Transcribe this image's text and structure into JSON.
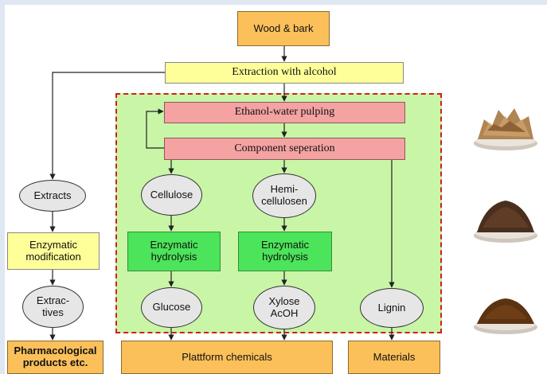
{
  "nodes": {
    "wood_bark": "Wood & bark",
    "extraction": "Extraction with alcohol",
    "ethanol_pulping": "Ethanol-water pulping",
    "component_separation": "Component seperation",
    "extracts": "Extracts",
    "enzymatic_modification": "Enzymatic modification",
    "extractives": "Extrac-\ntives",
    "pharmacological": "Pharmacological products etc.",
    "cellulose": "Cellulose",
    "hemicellulosen": "Hemi-\ncellulosen",
    "enzymatic_hydrolysis_1": "Enzymatic hydrolysis",
    "enzymatic_hydrolysis_2": "Enzymatic hydrolysis",
    "glucose": "Glucose",
    "xylose": "Xylose\nAcOH",
    "lignin": "Lignin",
    "platform_chemicals": "Plattform chemicals",
    "materials": "Materials"
  },
  "photos": [
    "wood-chips-dish",
    "soil-powder-dish",
    "brown-powder-dish"
  ],
  "colors": {
    "orange": "#fcc05b",
    "yellow": "#ffff99",
    "pink": "#f4a2a2",
    "green": "#4ce45a",
    "zone": "#c9f5a7",
    "dashed_border": "#d21e1e"
  }
}
